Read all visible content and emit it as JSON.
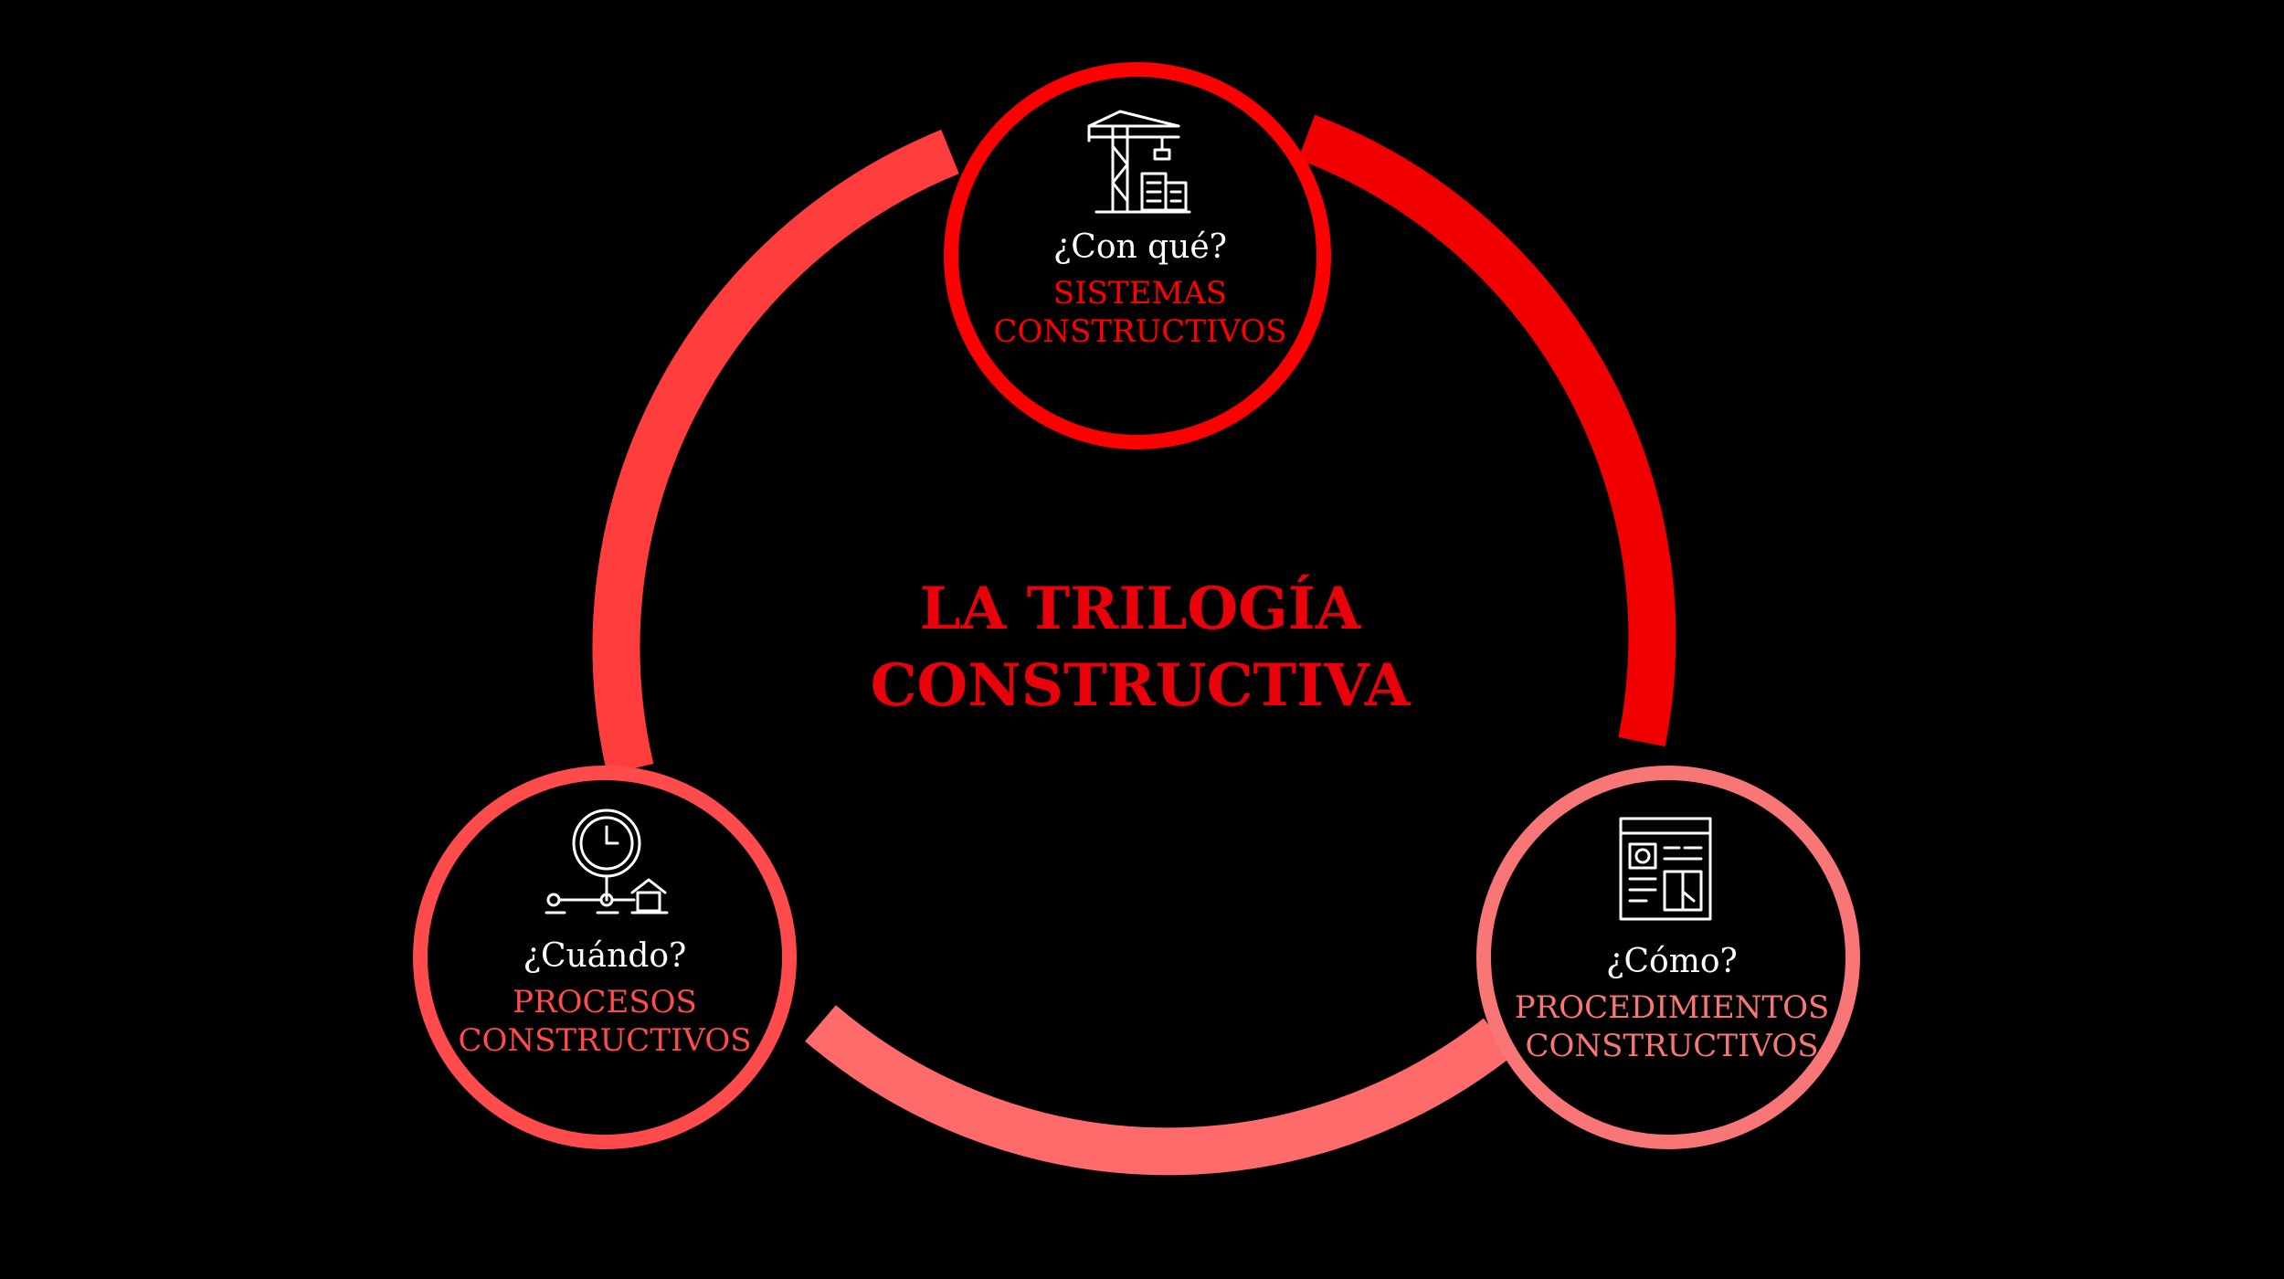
{
  "title": {
    "line1": "LA TRILOGÍA",
    "line2": "CONSTRUCTIVA",
    "color": "#e8000b"
  },
  "nodes": [
    {
      "id": "sistemas",
      "question": "¿Con qué?",
      "label_line1": "SISTEMAS",
      "label_line2": "CONSTRUCTIVOS",
      "icon": "crane-icon",
      "color": "#ff0000"
    },
    {
      "id": "procedimientos",
      "question": "¿Cómo?",
      "label_line1": "PROCEDIMIENTOS",
      "label_line2": "CONSTRUCTIVOS",
      "icon": "blueprint-icon",
      "color": "#f97676"
    },
    {
      "id": "procesos",
      "question": "¿Cuándo?",
      "label_line1": "PROCESOS",
      "label_line2": "CONSTRUCTIVOS",
      "icon": "clock-timeline-icon",
      "color": "#ff4b4b"
    }
  ],
  "arc_colors": {
    "top_to_right": "#f00000",
    "right_to_left": "#ff6b6b",
    "left_to_top": "#ff3d3d"
  },
  "background": "#000000"
}
